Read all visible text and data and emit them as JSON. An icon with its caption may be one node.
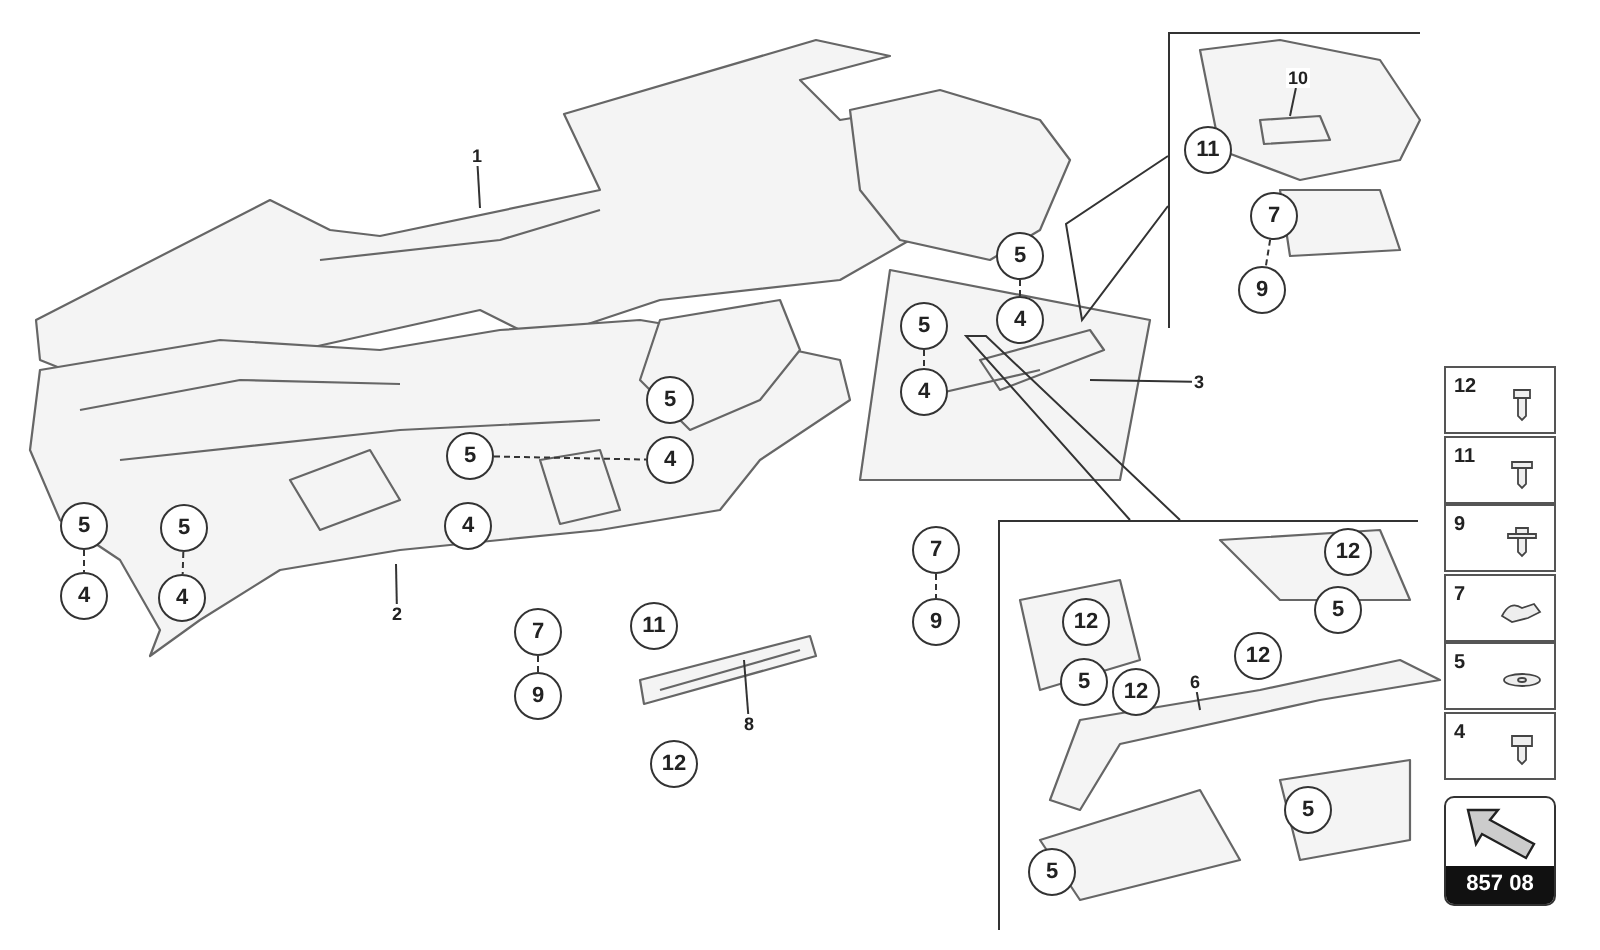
{
  "diagram": {
    "nodes": [
      {
        "text": [
          "1"
        ]
      },
      {
        "text": [],
        "shape": "box"
      },
      {
        "text": [
          "10"
        ],
        "in": 1
      },
      {
        "text": [
          "11"
        ],
        "in": 1
      },
      {
        "text": [
          "7"
        ],
        "in": 1
      },
      {
        "text": [
          "9"
        ],
        "in": 1
      },
      {
        "text": [
          "5"
        ]
      },
      {
        "text": [
          "4"
        ]
      },
      {
        "text": [
          "5"
        ]
      },
      {
        "text": [
          "3"
        ]
      },
      {
        "text": [
          "4"
        ]
      },
      {
        "text": [
          "5"
        ]
      },
      {
        "text": [
          "5"
        ]
      },
      {
        "text": [
          "4"
        ]
      },
      {
        "text": [
          "4"
        ]
      },
      {
        "text": [
          "5"
        ]
      },
      {
        "text": [
          "5"
        ]
      },
      {
        "text": [
          "4"
        ]
      },
      {
        "text": [
          "4"
        ]
      },
      {
        "text": [
          "2"
        ]
      },
      {
        "text": [
          "7"
        ]
      },
      {
        "text": [
          "11"
        ]
      },
      {
        "text": [
          "9"
        ]
      },
      {
        "text": [
          "8"
        ]
      },
      {
        "text": [
          "12"
        ]
      },
      {
        "text": [
          "7"
        ]
      },
      {
        "text": [
          "9"
        ]
      },
      {
        "text": [],
        "shape": "box"
      },
      {
        "text": [
          "12"
        ],
        "in": 27
      },
      {
        "text": [
          "5"
        ],
        "in": 27
      },
      {
        "text": [
          "12"
        ],
        "in": 27
      },
      {
        "text": [
          "12"
        ],
        "in": 27
      },
      {
        "text": [
          "5"
        ],
        "in": 27
      },
      {
        "text": [
          "12"
        ],
        "in": 27
      },
      {
        "text": [
          "6"
        ],
        "in": 27
      },
      {
        "text": [
          "5"
        ],
        "in": 27
      },
      {
        "text": [
          "5"
        ],
        "in": 27
      }
    ],
    "edges": [
      {
        "from": 0,
        "to": null,
        "arrow": "none"
      },
      {
        "from": 2,
        "to": null,
        "arrow": "none"
      },
      {
        "from": 9,
        "to": null,
        "arrow": "none"
      },
      {
        "from": 19,
        "to": null,
        "arrow": "none"
      },
      {
        "from": 23,
        "to": null,
        "arrow": "none"
      },
      {
        "from": 34,
        "to": null,
        "arrow": "none"
      },
      {
        "from": null,
        "to": 1,
        "arrow": "none"
      },
      {
        "from": null,
        "to": 27,
        "arrow": "none"
      },
      {
        "from": 4,
        "to": 5,
        "arrow": "none",
        "style": "dashed"
      },
      {
        "from": 6,
        "to": 7,
        "arrow": "none",
        "style": "dashed"
      },
      {
        "from": 8,
        "to": 10,
        "arrow": "none",
        "style": "dashed"
      },
      {
        "from": 12,
        "to": 13,
        "arrow": "none",
        "style": "dashed"
      },
      {
        "from": 15,
        "to": 17,
        "arrow": "none",
        "style": "dashed"
      },
      {
        "from": 16,
        "to": 18,
        "arrow": "none",
        "style": "dashed"
      },
      {
        "from": 20,
        "to": 22,
        "arrow": "none",
        "style": "dashed"
      },
      {
        "from": 25,
        "to": 26,
        "arrow": "none",
        "style": "dashed"
      }
    ],
    "labels": [
      "857 08"
    ],
    "legend": [
      {
        "text": "12"
      },
      {
        "text": "11"
      },
      {
        "text": "9"
      },
      {
        "text": "7"
      },
      {
        "text": "5"
      },
      {
        "text": "4"
      }
    ]
  }
}
